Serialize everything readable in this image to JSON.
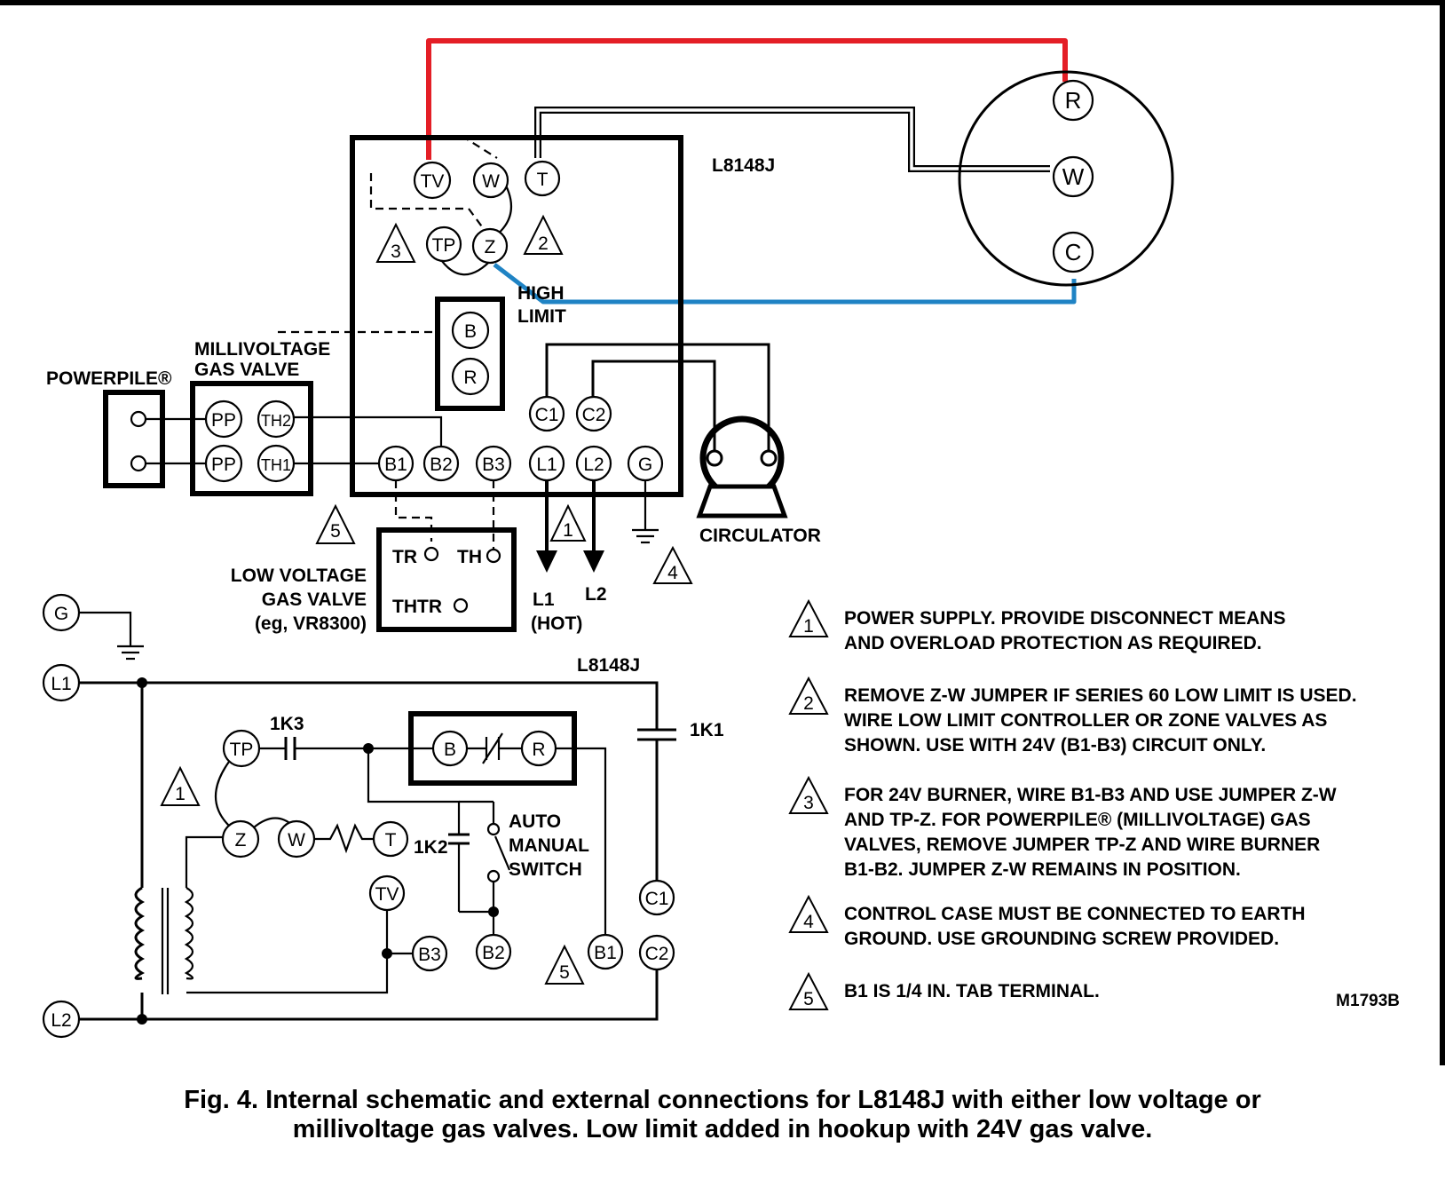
{
  "wire_colors": {
    "red": "#e41e26",
    "white": "#ffffff",
    "blue": "#1f83c4"
  },
  "device": {
    "top_model": "L8148J",
    "bottom_model": "L8148J",
    "figure_code": "M1793B"
  },
  "thermostat": {
    "terminals": [
      "R",
      "W",
      "C"
    ]
  },
  "terminals": {
    "tv": "TV",
    "w": "W",
    "t": "T",
    "tp": "TP",
    "z": "Z",
    "b": "B",
    "r": "R",
    "c1": "C1",
    "c2": "C2",
    "b1": "B1",
    "b2": "B2",
    "b3": "B3",
    "l1": "L1",
    "l2": "L2",
    "g": "G",
    "pp": "PP",
    "th1": "TH1",
    "th2": "TH2"
  },
  "labels": {
    "high_limit_1": "HIGH",
    "high_limit_2": "LIMIT",
    "millivoltage_1": "MILLIVOLTAGE",
    "millivoltage_2": "GAS VALVE",
    "powerpile": "POWERPILE®",
    "circulator": "CIRCULATOR",
    "low_voltage_1": "LOW VOLTAGE",
    "low_voltage_2": "GAS VALVE",
    "low_voltage_3": "(eg, VR8300)",
    "tr": "TR",
    "th": "TH",
    "thtr": "THTR",
    "l1_out": "L1",
    "l1_hot": "(HOT)",
    "l2_out": "L2",
    "relay_1k1": "1K1",
    "relay_1k2": "1K2",
    "relay_1k3": "1K3",
    "switch_1": "AUTO",
    "switch_2": "MANUAL",
    "switch_3": "SWITCH"
  },
  "warning_numbers": [
    "1",
    "2",
    "3",
    "4",
    "5"
  ],
  "notes": [
    {
      "num": "1",
      "lines": [
        "POWER SUPPLY. PROVIDE DISCONNECT MEANS",
        "AND OVERLOAD PROTECTION AS REQUIRED."
      ]
    },
    {
      "num": "2",
      "lines": [
        "REMOVE Z-W JUMPER IF SERIES 60 LOW LIMIT IS USED.",
        "WIRE LOW LIMIT CONTROLLER OR ZONE VALVES AS",
        "SHOWN. USE WITH 24V (B1-B3) CIRCUIT ONLY."
      ]
    },
    {
      "num": "3",
      "lines": [
        "FOR 24V BURNER, WIRE B1-B3 AND USE JUMPER Z-W",
        "AND TP-Z. FOR POWERPILE® (MILLIVOLTAGE) GAS",
        "VALVES, REMOVE JUMPER TP-Z AND WIRE BURNER",
        "B1-B2. JUMPER Z-W REMAINS IN POSITION."
      ]
    },
    {
      "num": "4",
      "lines": [
        "CONTROL CASE MUST BE CONNECTED TO EARTH",
        "GROUND. USE GROUNDING SCREW PROVIDED."
      ]
    },
    {
      "num": "5",
      "lines": [
        "B1 IS 1/4 IN. TAB TERMINAL."
      ]
    }
  ],
  "caption": {
    "line1": "Fig. 4. Internal schematic and external connections for L8148J with either low voltage or",
    "line2": "millivoltage gas valves. Low limit added in hookup with 24V gas valve."
  }
}
